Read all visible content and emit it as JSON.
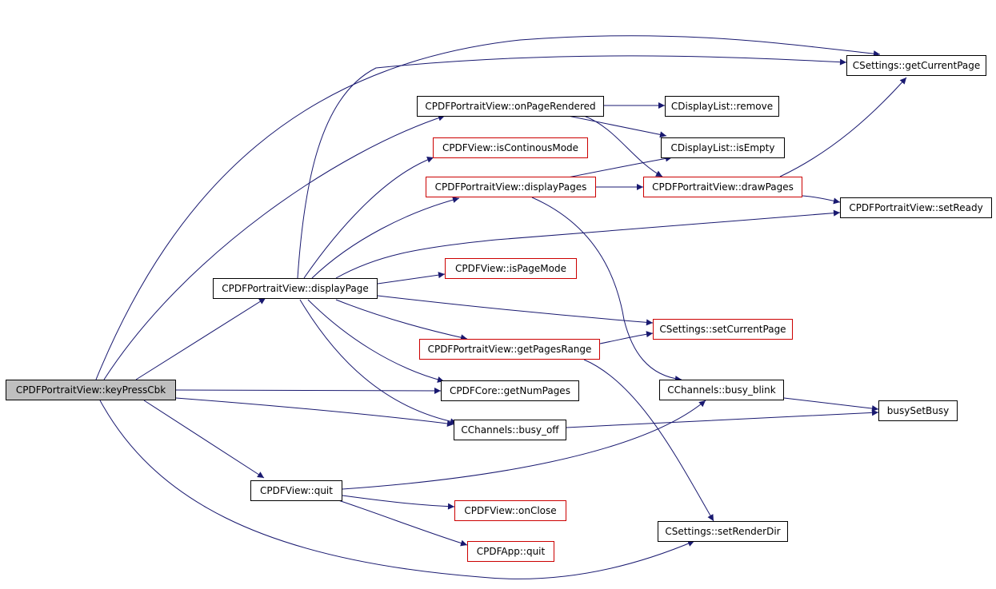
{
  "graph": {
    "edge_color": "#191970",
    "linked_border_color": "#cc0000",
    "root_fill": "#bfbfbf",
    "nodes": {
      "root": "CPDFPortraitView::keyPressCbk",
      "getCurrentPage": "CSettings::getCurrentPage",
      "onPageRendered": "CPDFPortraitView::onPageRendered",
      "remove": "CDisplayList::remove",
      "isContinousMode": "CPDFView::isContinousMode",
      "isEmpty": "CDisplayList::isEmpty",
      "displayPages": "CPDFPortraitView::displayPages",
      "drawPages": "CPDFPortraitView::drawPages",
      "setReady": "CPDFPortraitView::setReady",
      "isPageMode": "CPDFView::isPageMode",
      "displayPage": "CPDFPortraitView::displayPage",
      "setCurrentPage": "CSettings::setCurrentPage",
      "getPagesRange": "CPDFPortraitView::getPagesRange",
      "getNumPages": "CPDFCore::getNumPages",
      "busy_blink": "CChannels::busy_blink",
      "busySetBusy": "busySetBusy",
      "busy_off": "CChannels::busy_off",
      "quit": "CPDFView::quit",
      "onClose": "CPDFView::onClose",
      "setRenderDir": "CSettings::setRenderDir",
      "appQuit": "CPDFApp::quit"
    }
  }
}
